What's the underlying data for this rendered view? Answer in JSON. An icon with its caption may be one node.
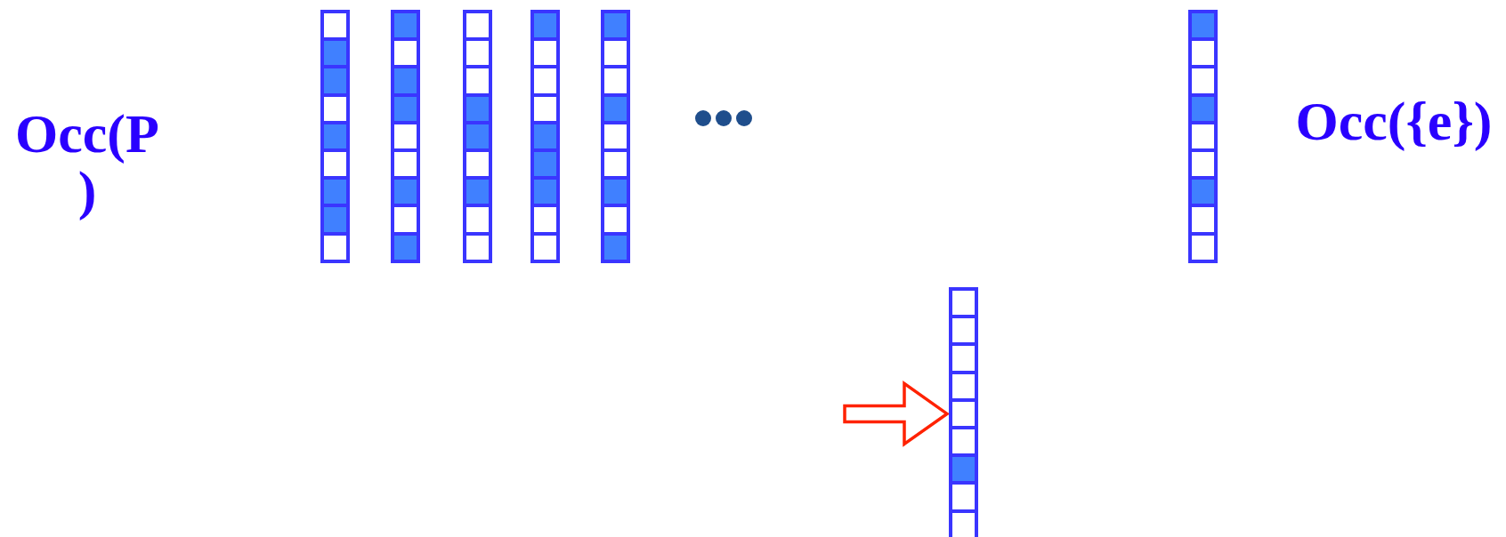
{
  "diagram": {
    "nodes": [
      {
        "text": [],
        "shape": "bar"
      },
      {
        "text": [],
        "shape": "bar"
      },
      {
        "text": [],
        "shape": "bar"
      },
      {
        "text": [],
        "shape": "bar"
      },
      {
        "text": [],
        "shape": "bar"
      },
      {
        "text": [],
        "shape": "bar"
      },
      {
        "text": [],
        "shape": "bar"
      }
    ],
    "edges": [
      {
        "from": null,
        "to": 6,
        "arrow": "to",
        "color": "#ff2200"
      }
    ],
    "labels": [
      "Occ(P )",
      "Occ({e})"
    ]
  }
}
